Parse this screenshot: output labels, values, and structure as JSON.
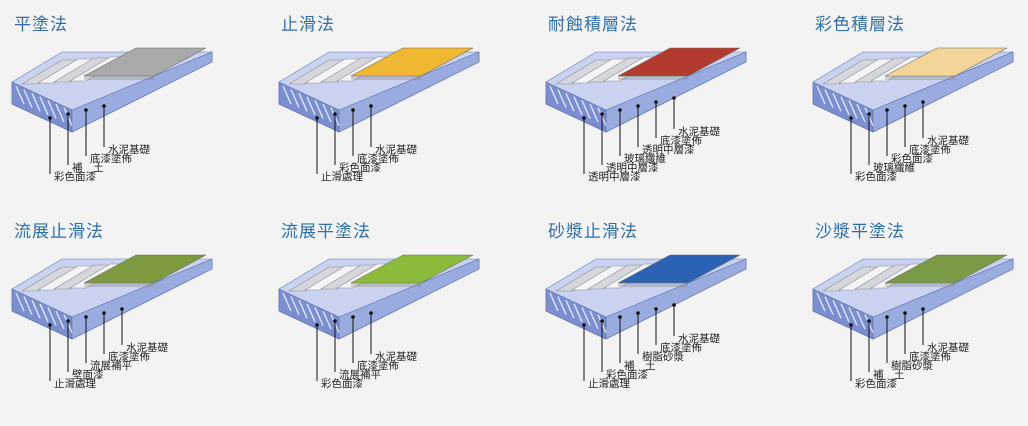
{
  "panels": [
    {
      "title": "平塗法",
      "top_color": "#a9a9a9",
      "labels": [
        "彩色面漆",
        "補　土",
        "底漆塗佈",
        "水泥基礎"
      ]
    },
    {
      "title": "止滑法",
      "top_color": "#f0b733",
      "labels": [
        "止滑處理",
        "彩色面漆",
        "底漆塗佈",
        "水泥基礎"
      ]
    },
    {
      "title": "耐蝕積層法",
      "top_color": "#b23a2e",
      "labels": [
        "透明中層漆",
        "透明中層漆",
        "玻璃纖維",
        "透明中層漆",
        "底漆塗佈",
        "水泥基礎"
      ]
    },
    {
      "title": "彩色積層法",
      "top_color": "#f3d59a",
      "labels": [
        "彩色面漆",
        "玻璃纖維",
        "彩色面漆",
        "底漆塗佈",
        "水泥基礎"
      ]
    },
    {
      "title": "流展止滑法",
      "top_color": "#7d9a3e",
      "labels": [
        "止滑處理",
        "壁面漆",
        "流展補平",
        "底漆塗佈",
        "水泥基礎"
      ]
    },
    {
      "title": "流展平塗法",
      "top_color": "#8cbb3b",
      "labels": [
        "彩色面漆",
        "流展補平",
        "底漆塗佈",
        "水泥基礎"
      ]
    },
    {
      "title": "砂漿止滑法",
      "top_color": "#2c62b4",
      "labels": [
        "止滑處理",
        "彩色面漆",
        "補　土",
        "樹脂砂漿",
        "底漆塗佈",
        "水泥基礎"
      ]
    },
    {
      "title": "沙漿平塗法",
      "top_color": "#7b9a45",
      "labels": [
        "彩色面漆",
        "補　土",
        "樹脂砂漿",
        "底漆塗佈",
        "水泥基礎"
      ]
    }
  ],
  "colors": {
    "title": "#2f6fa8",
    "concrete_side": "#7b8fd0",
    "concrete_top": "#c9d3ef",
    "layer_white": "#f4f4f6",
    "layer_grey": "#d5d7dd"
  }
}
